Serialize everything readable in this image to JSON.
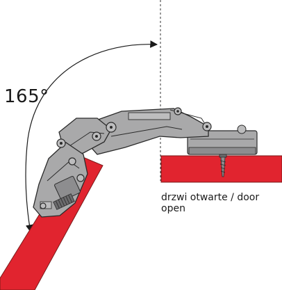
{
  "labels": {
    "angle": "165°",
    "door_state": "drzwi otwarte / door open"
  },
  "colors": {
    "door_panel": "#e1242f",
    "door_edge": "#7a1a1a",
    "hinge_metal": "#a9a9aa",
    "hinge_dark": "#6b6b6d",
    "outline": "#2a2a2a"
  },
  "hinge": {
    "opening_angle_deg": 165
  }
}
